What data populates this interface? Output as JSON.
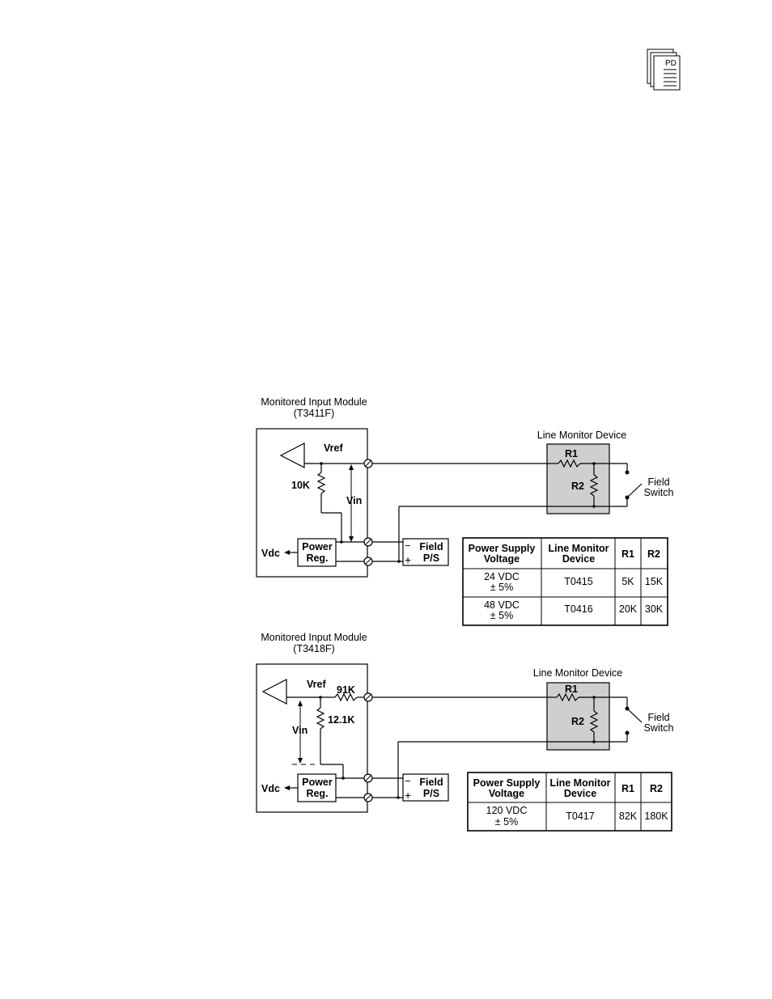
{
  "corner_icon": {
    "icon": "pdf-document-stack-icon",
    "label": "PD"
  },
  "diagram1": {
    "module_title": "Monitored Input Module",
    "module_model": "(T3411F)",
    "vref": "Vref",
    "resistor": "10K",
    "vin": "Vin",
    "vdc": "Vdc",
    "power_reg_line1": "Power",
    "power_reg_line2": "Reg.",
    "field_ps_line1": "Field",
    "field_ps_line2": "P/S",
    "minus": "−",
    "plus": "+",
    "lmd_title": "Line Monitor Device",
    "r1": "R1",
    "r2": "R2",
    "switch_line1": "Field",
    "switch_line2": "Switch",
    "table": {
      "headers": [
        [
          "Power Supply",
          "Voltage"
        ],
        [
          "Line Monitor",
          "Device"
        ],
        [
          "R1"
        ],
        [
          "R2"
        ]
      ],
      "rows": [
        {
          "voltage": "24 VDC",
          "tol": "± 5%",
          "device": "T0415",
          "r1": "5K",
          "r2": "15K"
        },
        {
          "voltage": "48 VDC",
          "tol": "± 5%",
          "device": "T0416",
          "r1": "20K",
          "r2": "30K"
        }
      ]
    }
  },
  "diagram2": {
    "module_title": "Monitored Input Module",
    "module_model": "(T3418F)",
    "vref": "Vref",
    "resistor_series": "91K",
    "resistor_shunt": "12.1K",
    "vin": "Vin",
    "vdc": "Vdc",
    "power_reg_line1": "Power",
    "power_reg_line2": "Reg.",
    "field_ps_line1": "Field",
    "field_ps_line2": "P/S",
    "minus": "−",
    "plus": "+",
    "lmd_title": "Line Monitor Device",
    "r1": "R1",
    "r2": "R2",
    "switch_line1": "Field",
    "switch_line2": "Switch",
    "table": {
      "headers": [
        [
          "Power Supply",
          "Voltage"
        ],
        [
          "Line Monitor",
          "Device"
        ],
        [
          "R1"
        ],
        [
          "R2"
        ]
      ],
      "rows": [
        {
          "voltage": "120 VDC",
          "tol": "± 5%",
          "device": "T0417",
          "r1": "82K",
          "r2": "180K"
        }
      ]
    }
  },
  "colors": {
    "line": "#000000",
    "device_fill": "#cfcfcf",
    "background": "#ffffff"
  }
}
